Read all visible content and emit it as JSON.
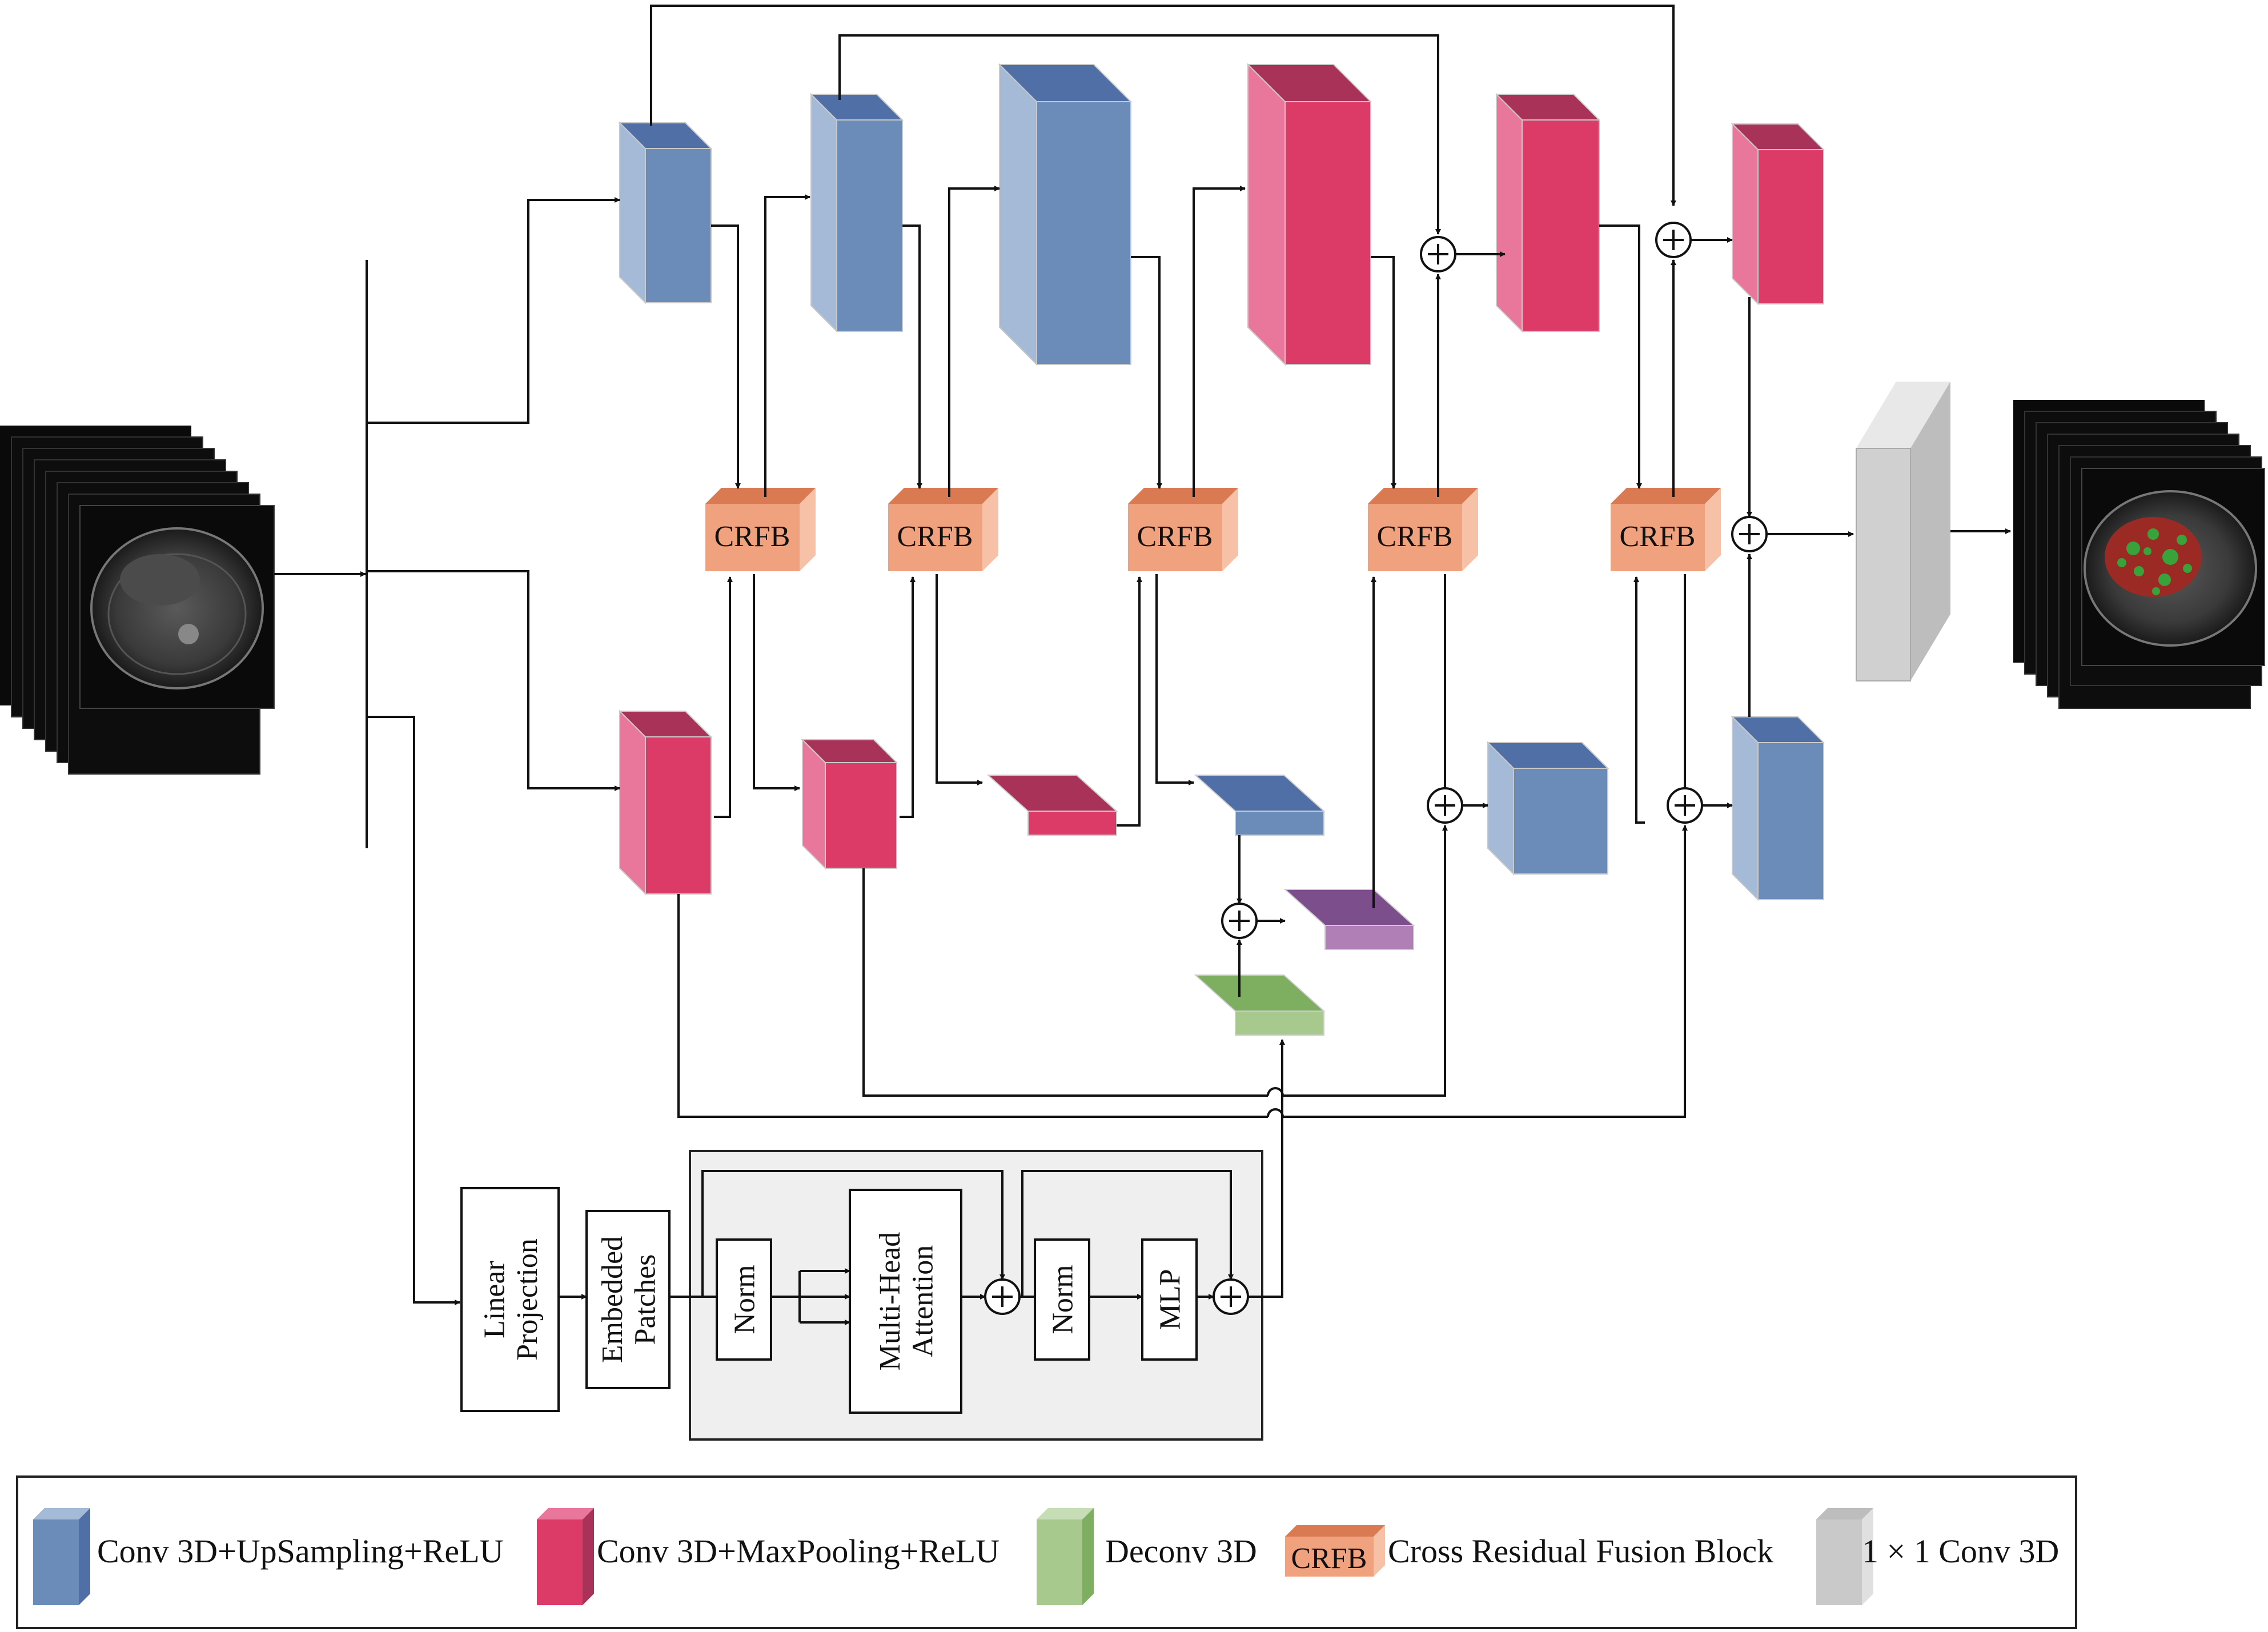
{
  "crfb_label": "CRFB",
  "transformer": {
    "linear_projection": [
      "Linear",
      "Projection"
    ],
    "embedded_patches": [
      "Embedded",
      "Patches"
    ],
    "norm_1": "Norm",
    "attention": [
      "Multi-Head",
      "Attention"
    ],
    "norm_2": "Norm",
    "mlp": "MLP"
  },
  "legend": {
    "upsampling": "Conv 3D+UpSampling+ReLU",
    "maxpooling": "Conv 3D+MaxPooling+ReLU",
    "deconv": "Deconv 3D",
    "crfb_icon": "CRFB",
    "crfb": "Cross Residual Fusion Block",
    "conv1x1": "1 × 1 Conv 3D"
  },
  "colors": {
    "blue_front": "#6b8cb8",
    "blue_side": "#a4bad6",
    "blue_top": "#4f6fa6",
    "pink_front": "#dc3a67",
    "pink_side": "#e8779b",
    "pink_top": "#a93358",
    "orange_front": "#f0a17e",
    "orange_side": "#f6c1a6",
    "orange_top": "#d97a52",
    "green_front": "#a7c98d",
    "green_top": "#7eae60",
    "purple_front": "#b07fb6",
    "purple_top": "#7c4e8c",
    "gray_front": "#c3c3c3",
    "transformer_bg": "#efefef"
  }
}
